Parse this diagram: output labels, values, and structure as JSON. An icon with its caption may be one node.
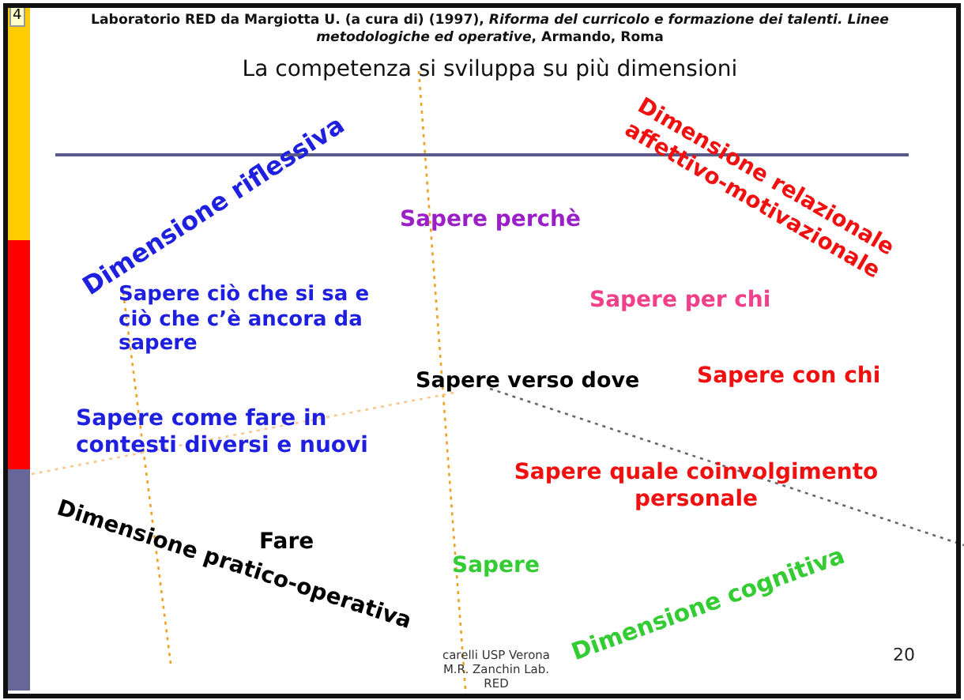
{
  "diagram": {
    "title": "La competenza si sviluppa su più dimensioni",
    "caption": "Laboratorio RED da Margiotta U. (a cura di) (1997), *Riforma del curricolo e formazione dei talenti. Linee metodologiche ed operative*, Armando, Roma",
    "labels": [
      "4",
      "Dimensione riflessiva",
      "Dimensione relazionale affettivo-motivazionale",
      "Sapere perchè",
      "Sapere ciò che si sa e ciò che c’è ancora da sapere",
      "Sapere per chi",
      "Sapere verso dove",
      "Sapere con chi",
      "Sapere come fare in contesti diversi e nuovi",
      "Sapere quale coinvolgimento personale",
      "Fare",
      "Sapere",
      "Dimensione pratico-operativa",
      "Dimensione cognitiva",
      "carelli USP Verona M.R. Zanchin Lab. RED",
      "20"
    ]
  }
}
